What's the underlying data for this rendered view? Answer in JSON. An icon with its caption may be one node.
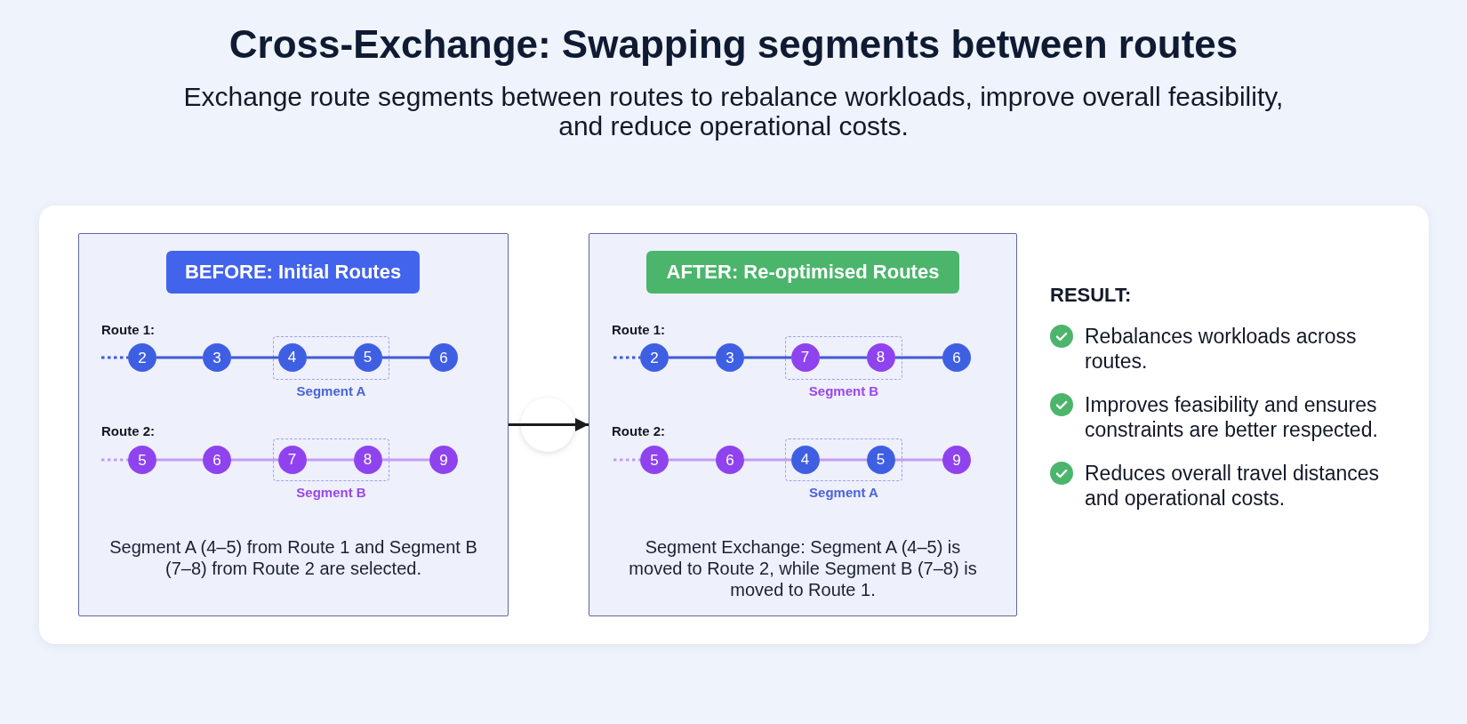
{
  "diagram": {
    "title": "Cross-Exchange: Swapping segments between routes",
    "nodes": [
      {
        "text": [
          "RESULT:",
          "Rebalances workloads across routes.",
          "Improves feasibility and ensures constraints are better respected.",
          "Reduces overall travel distances and operational costs."
        ]
      },
      {
        "text": [
          "Route 1:",
          "Route 2:",
          "Segment A (4–5) from Route 1 and Segment B (7–8) from Route 2 are selected."
        ],
        "in": 0
      },
      {
        "text": [
          "BEFORE: Initial Routes"
        ],
        "in": 1
      },
      {
        "text": [
          "2"
        ],
        "in": 1
      },
      {
        "text": [
          "3"
        ],
        "in": 1
      },
      {
        "text": [
          "Segment A"
        ],
        "in": 1
      },
      {
        "text": [
          "4"
        ],
        "in": 5
      },
      {
        "text": [
          "5"
        ],
        "in": 5
      },
      {
        "text": [
          "6"
        ],
        "in": 1
      },
      {
        "text": [
          "5"
        ],
        "in": 1
      },
      {
        "text": [
          "6"
        ],
        "in": 1
      },
      {
        "text": [
          "Segment B"
        ],
        "in": 1
      },
      {
        "text": [
          "7"
        ],
        "in": 11
      },
      {
        "text": [
          "8"
        ],
        "in": 11
      },
      {
        "text": [
          "9"
        ],
        "in": 1
      },
      {
        "text": [
          "Route 1:",
          "Route 2:",
          "Segment Exchange: Segment A (4–5) is moved to Route 2, while Segment B (7–8) is moved to Route 1."
        ],
        "in": 0
      },
      {
        "text": [
          "AFTER: Re-optimised Routes"
        ],
        "in": 15
      },
      {
        "text": [
          "2"
        ],
        "in": 15
      },
      {
        "text": [
          "3"
        ],
        "in": 15
      },
      {
        "text": [
          "Segment B"
        ],
        "in": 15
      },
      {
        "text": [
          "7"
        ],
        "in": 19
      },
      {
        "text": [
          "8"
        ],
        "in": 19
      },
      {
        "text": [
          "6"
        ],
        "in": 15
      },
      {
        "text": [
          "5"
        ],
        "in": 15
      },
      {
        "text": [
          "6"
        ],
        "in": 15
      },
      {
        "text": [
          "Segment A"
        ],
        "in": 15
      },
      {
        "text": [
          "4"
        ],
        "in": 25
      },
      {
        "text": [
          "5"
        ],
        "in": 25
      },
      {
        "text": [
          "9"
        ],
        "in": 15
      }
    ],
    "edges": [
      {
        "from": null,
        "to": 3,
        "arrow": "none",
        "style": "dashed"
      },
      {
        "from": 3,
        "to": 4,
        "arrow": "none"
      },
      {
        "from": 4,
        "to": 6,
        "arrow": "none"
      },
      {
        "from": 6,
        "to": 7,
        "arrow": "none"
      },
      {
        "from": 7,
        "to": 8,
        "arrow": "none"
      },
      {
        "from": null,
        "to": 9,
        "arrow": "none",
        "style": "dashed",
        "color": "#c69cf2"
      },
      {
        "from": 9,
        "to": 10,
        "arrow": "none",
        "color": "#c69cf2"
      },
      {
        "from": 10,
        "to": 12,
        "arrow": "none",
        "color": "#c69cf2"
      },
      {
        "from": 12,
        "to": 13,
        "arrow": "none",
        "color": "#c69cf2"
      },
      {
        "from": 13,
        "to": 14,
        "arrow": "none",
        "color": "#c69cf2"
      },
      {
        "from": 1,
        "to": 15,
        "arrow": "to",
        "color": "#1c1c1e"
      },
      {
        "from": null,
        "to": 17,
        "arrow": "none",
        "style": "dashed"
      },
      {
        "from": 17,
        "to": 18,
        "arrow": "none"
      },
      {
        "from": 18,
        "to": 20,
        "arrow": "none"
      },
      {
        "from": 20,
        "to": 21,
        "arrow": "none"
      },
      {
        "from": 21,
        "to": 22,
        "arrow": "none"
      },
      {
        "from": null,
        "to": 23,
        "arrow": "none",
        "style": "dashed",
        "color": "#c69cf2"
      },
      {
        "from": 23,
        "to": 24,
        "arrow": "none",
        "color": "#c69cf2"
      },
      {
        "from": 24,
        "to": 26,
        "arrow": "none",
        "color": "#c69cf2"
      },
      {
        "from": 26,
        "to": 27,
        "arrow": "none",
        "color": "#c69cf2"
      },
      {
        "from": 27,
        "to": 28,
        "arrow": "none",
        "color": "#c69cf2"
      }
    ],
    "labels": [
      "Exchange route segments between routes to rebalance workloads, improve overall feasibility, and reduce operational costs."
    ]
  }
}
